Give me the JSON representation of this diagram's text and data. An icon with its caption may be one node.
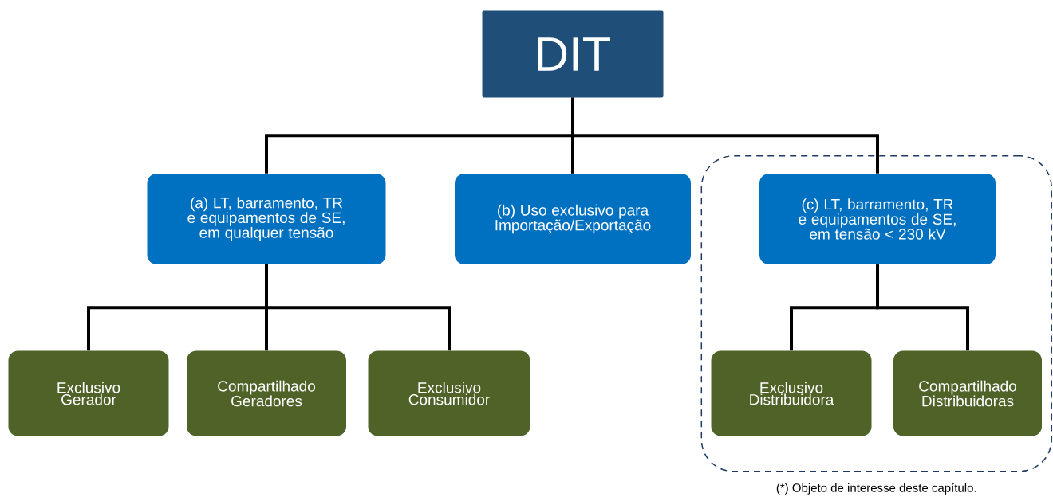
{
  "diagram": {
    "nodes": [
      {
        "text": [
          "DIT"
        ]
      },
      {
        "text": [
          "(a) LT, barramento, TR e equipamentos de SE, em qualquer tensão"
        ]
      },
      {
        "text": [
          "(b) Uso exclusivo para Importação/Exportação"
        ]
      },
      {
        "text": [],
        "shape": "box",
        "beside": [
          "(*) Objeto de interesse deste capítulo."
        ]
      },
      {
        "text": [
          "(c) LT, barramento, TR e equipamentos de SE, em tensão < 230 kV"
        ],
        "in": 3
      },
      {
        "text": [
          "Exclusivo Gerador"
        ]
      },
      {
        "text": [
          "Compartilhado Geradores"
        ]
      },
      {
        "text": [
          "Exclusivo Consumidor"
        ]
      },
      {
        "text": [
          "Exclusivo Distribuidora"
        ],
        "in": 3
      },
      {
        "text": [
          "Compartilhado Distribuidoras"
        ],
        "in": 3
      }
    ],
    "edges": [
      {
        "from": 0,
        "to": 1,
        "arrow": "none"
      },
      {
        "from": 0,
        "to": 2,
        "arrow": "none"
      },
      {
        "from": 0,
        "to": 4,
        "arrow": "none"
      },
      {
        "from": 1,
        "to": 5,
        "arrow": "none"
      },
      {
        "from": 1,
        "to": 6,
        "arrow": "none"
      },
      {
        "from": 1,
        "to": 7,
        "arrow": "none"
      },
      {
        "from": 4,
        "to": 8,
        "arrow": "none"
      },
      {
        "from": 4,
        "to": 9,
        "arrow": "none"
      }
    ]
  }
}
